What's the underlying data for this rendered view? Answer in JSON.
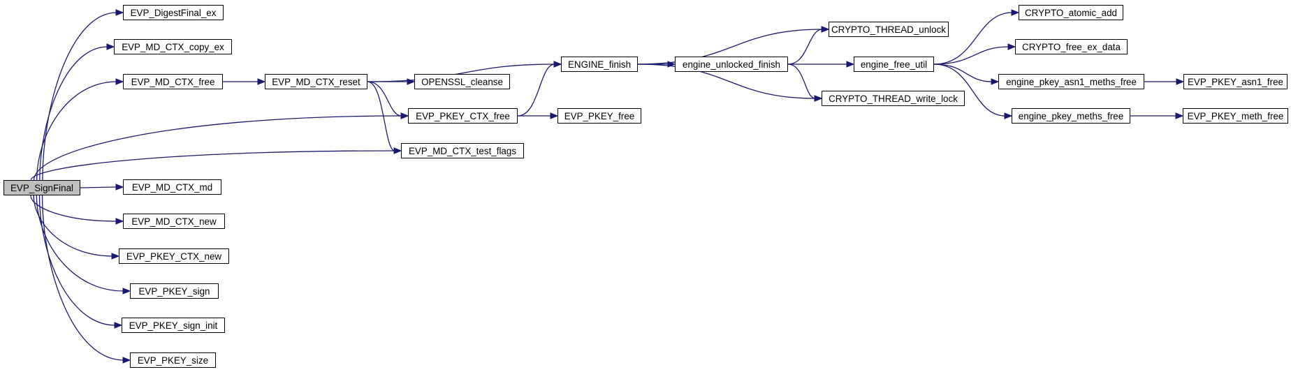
{
  "graph": {
    "edge_color": "#191970",
    "root_fill": "#bfbfbf",
    "nodes": [
      {
        "id": "sign_final",
        "label": "EVP_SignFinal",
        "root": true
      },
      {
        "id": "digest_final_ex",
        "label": "EVP_DigestFinal_ex"
      },
      {
        "id": "md_ctx_copy_ex",
        "label": "EVP_MD_CTX_copy_ex"
      },
      {
        "id": "md_ctx_free",
        "label": "EVP_MD_CTX_free"
      },
      {
        "id": "md_ctx_reset",
        "label": "EVP_MD_CTX_reset"
      },
      {
        "id": "openssl_cleanse",
        "label": "OPENSSL_cleanse"
      },
      {
        "id": "pkey_ctx_free",
        "label": "EVP_PKEY_CTX_free"
      },
      {
        "id": "md_ctx_test_flags",
        "label": "EVP_MD_CTX_test_flags"
      },
      {
        "id": "md_ctx_md",
        "label": "EVP_MD_CTX_md"
      },
      {
        "id": "md_ctx_new",
        "label": "EVP_MD_CTX_new"
      },
      {
        "id": "pkey_ctx_new",
        "label": "EVP_PKEY_CTX_new"
      },
      {
        "id": "pkey_sign",
        "label": "EVP_PKEY_sign"
      },
      {
        "id": "pkey_sign_init",
        "label": "EVP_PKEY_sign_init"
      },
      {
        "id": "pkey_size",
        "label": "EVP_PKEY_size"
      },
      {
        "id": "engine_finish",
        "label": "ENGINE_finish"
      },
      {
        "id": "pkey_free",
        "label": "EVP_PKEY_free"
      },
      {
        "id": "engine_unlocked_finish",
        "label": "engine_unlocked_finish"
      },
      {
        "id": "crypto_thread_unlock",
        "label": "CRYPTO_THREAD_unlock"
      },
      {
        "id": "crypto_thread_write_lock",
        "label": "CRYPTO_THREAD_write_lock"
      },
      {
        "id": "engine_free_util",
        "label": "engine_free_util"
      },
      {
        "id": "crypto_atomic_add",
        "label": "CRYPTO_atomic_add"
      },
      {
        "id": "crypto_free_ex_data",
        "label": "CRYPTO_free_ex_data"
      },
      {
        "id": "engine_pkey_asn1_meths_free",
        "label": "engine_pkey_asn1_meths_free"
      },
      {
        "id": "engine_pkey_meths_free",
        "label": "engine_pkey_meths_free"
      },
      {
        "id": "pkey_asn1_free",
        "label": "EVP_PKEY_asn1_free"
      },
      {
        "id": "pkey_meth_free",
        "label": "EVP_PKEY_meth_free"
      }
    ],
    "edges": [
      [
        "sign_final",
        "digest_final_ex"
      ],
      [
        "sign_final",
        "md_ctx_copy_ex"
      ],
      [
        "sign_final",
        "md_ctx_free"
      ],
      [
        "sign_final",
        "pkey_ctx_free"
      ],
      [
        "sign_final",
        "md_ctx_test_flags"
      ],
      [
        "sign_final",
        "md_ctx_md"
      ],
      [
        "sign_final",
        "md_ctx_new"
      ],
      [
        "sign_final",
        "pkey_ctx_new"
      ],
      [
        "sign_final",
        "pkey_sign"
      ],
      [
        "sign_final",
        "pkey_sign_init"
      ],
      [
        "sign_final",
        "pkey_size"
      ],
      [
        "md_ctx_free",
        "md_ctx_reset"
      ],
      [
        "md_ctx_reset",
        "engine_finish"
      ],
      [
        "md_ctx_reset",
        "openssl_cleanse"
      ],
      [
        "md_ctx_reset",
        "pkey_ctx_free"
      ],
      [
        "md_ctx_reset",
        "md_ctx_test_flags"
      ],
      [
        "pkey_ctx_free",
        "engine_finish"
      ],
      [
        "pkey_ctx_free",
        "pkey_free"
      ],
      [
        "engine_finish",
        "crypto_thread_unlock"
      ],
      [
        "engine_finish",
        "engine_unlocked_finish"
      ],
      [
        "engine_finish",
        "crypto_thread_write_lock"
      ],
      [
        "engine_unlocked_finish",
        "crypto_thread_unlock"
      ],
      [
        "engine_unlocked_finish",
        "engine_free_util"
      ],
      [
        "engine_unlocked_finish",
        "crypto_thread_write_lock"
      ],
      [
        "engine_free_util",
        "crypto_atomic_add"
      ],
      [
        "engine_free_util",
        "crypto_free_ex_data"
      ],
      [
        "engine_free_util",
        "engine_pkey_asn1_meths_free"
      ],
      [
        "engine_free_util",
        "engine_pkey_meths_free"
      ],
      [
        "engine_pkey_asn1_meths_free",
        "pkey_asn1_free"
      ],
      [
        "engine_pkey_meths_free",
        "pkey_meth_free"
      ]
    ]
  }
}
